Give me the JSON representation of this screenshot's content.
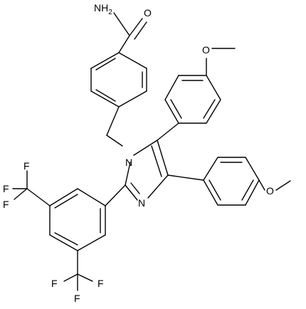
{
  "labels": {
    "amide_n": "NH",
    "amide_n_sub": "2",
    "amide_o": "O",
    "methoxy_o_top": "O",
    "methoxy_o_right": "O",
    "imidazole_n1": "N",
    "imidazole_n3": "N",
    "fluorine": "F"
  },
  "colors": {
    "ink": "#000000",
    "background": "#ffffff"
  }
}
